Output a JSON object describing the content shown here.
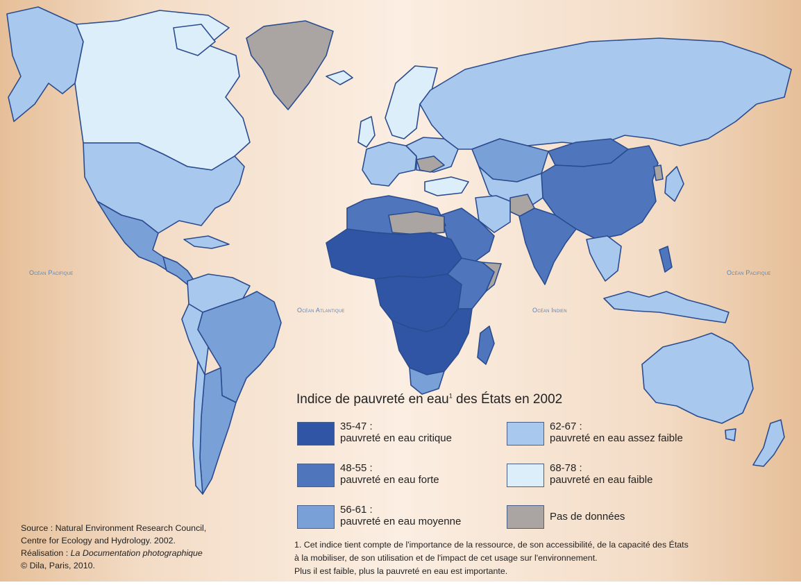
{
  "oceans": {
    "pacific_west": "Océan Pacifique",
    "atlantic": "Océan Atlantique",
    "indian": "Océan Indien",
    "pacific_east": "Océan Pacifique"
  },
  "legend": {
    "title": "Indice de pauvreté en eau",
    "title_note": "1",
    "title_suffix": " des États en 2002",
    "items": [
      {
        "range": "35-47 :",
        "label": "pauvreté en eau critique",
        "color": "#2f55a4"
      },
      {
        "range": "48-55 :",
        "label": "pauvreté en eau forte",
        "color": "#4f76bd"
      },
      {
        "range": "56-61 :",
        "label": "pauvreté en eau moyenne",
        "color": "#7aa0d8"
      },
      {
        "range": "62-67 :",
        "label": "pauvreté en eau assez faible",
        "color": "#a9c8ee"
      },
      {
        "range": "68-78 :",
        "label": "pauvreté en eau faible",
        "color": "#ddeefb"
      },
      {
        "range": "",
        "label": "Pas de données",
        "color": "#aaa5a3"
      }
    ]
  },
  "source": {
    "line1": "Source : Natural Environment Research Council,",
    "line2": "Centre for Ecology and Hydrology. 2002.",
    "line3_prefix": "Réalisation : ",
    "line3_italic": "La Documentation photographique",
    "line4": "© Dila, Paris, 2010."
  },
  "note": {
    "line1": "1. Cet indice tient compte de l'importance de la ressource, de son accessibilité, de la capacité des États",
    "line2": "à la mobiliser, de son utilisation et de l'impact de cet usage sur l'environnement.",
    "line3": "Plus il est faible, plus la pauvreté en eau est importante."
  }
}
